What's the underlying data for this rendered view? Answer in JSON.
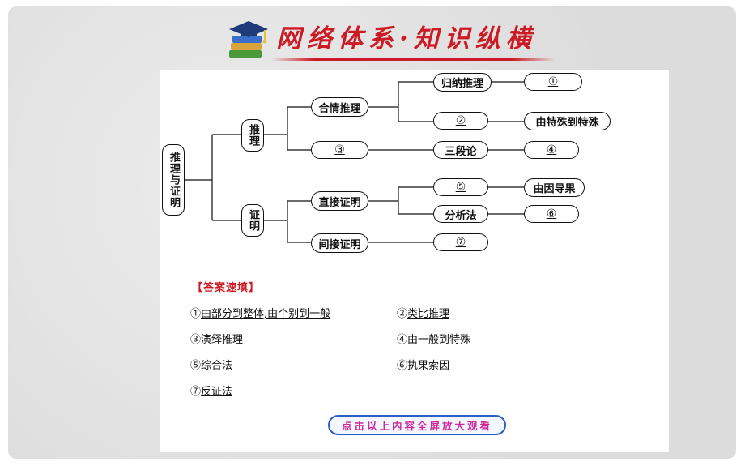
{
  "header": {
    "title": "网络体系·知识纵横"
  },
  "diagram": {
    "root": "推理与证明",
    "reasoning": "推理",
    "proof": "证明",
    "plausible": "合情推理",
    "blank3": "③",
    "induction": "归纳推理",
    "blank1": "①",
    "blank2": "②",
    "special": "由特殊到特殊",
    "syllogism": "三段论",
    "blank4": "④",
    "direct": "直接证明",
    "indirect": "间接证明",
    "blank5": "⑤",
    "causeEffect": "由因导果",
    "analysis": "分析法",
    "blank6": "⑥",
    "blank7": "⑦"
  },
  "answers": {
    "title": "【答案速填】",
    "items": [
      {
        "num": "①",
        "text": "由部分到整体,由个别到一般"
      },
      {
        "num": "②",
        "text": "类比推理"
      },
      {
        "num": "③",
        "text": "演绎推理"
      },
      {
        "num": "④",
        "text": "由一般到特殊"
      },
      {
        "num": "⑤",
        "text": "综合法"
      },
      {
        "num": "⑥",
        "text": "执果索因"
      },
      {
        "num": "⑦",
        "text": "反证法"
      }
    ]
  },
  "button": {
    "label": "点击以上内容全屏放大观看"
  },
  "colors": {
    "title_red": "#cc1b24",
    "button_border": "#2b5fc7",
    "button_text": "#cc2a9a"
  }
}
